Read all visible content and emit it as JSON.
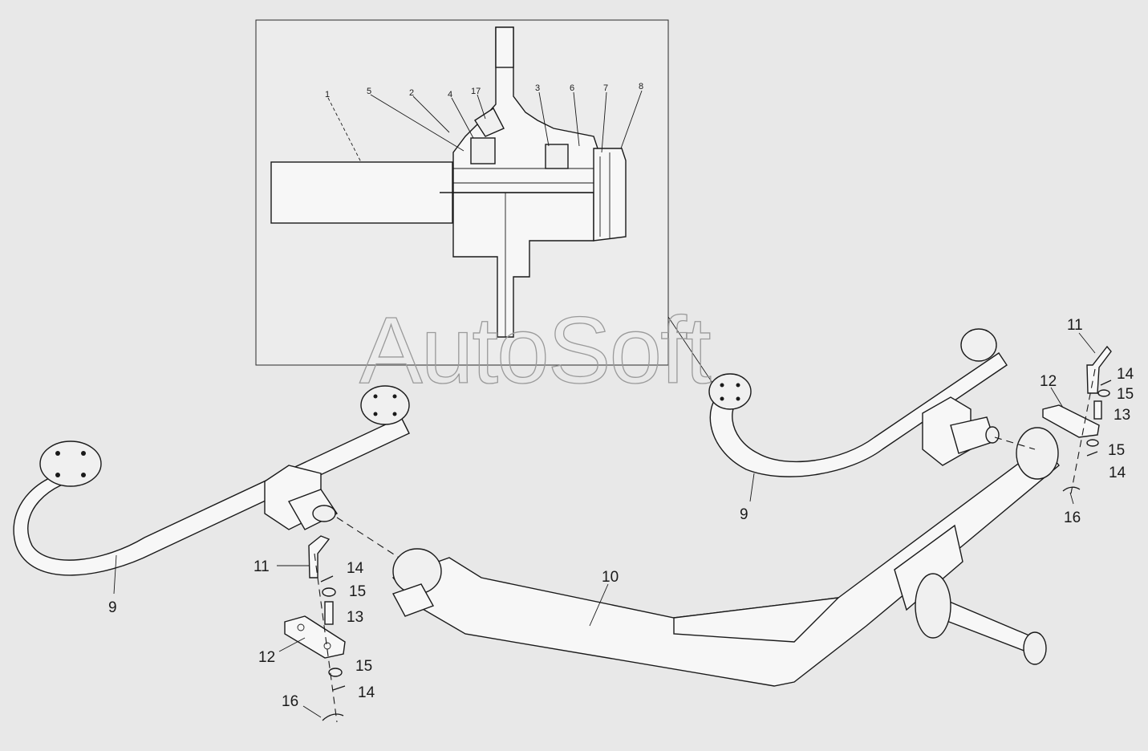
{
  "watermark": "AutoSoft",
  "callouts": {
    "inset": [
      "1",
      "5",
      "2",
      "4",
      "17",
      "3",
      "6",
      "7",
      "8"
    ],
    "left": [
      "9",
      "11",
      "14",
      "15",
      "13",
      "12",
      "15",
      "14",
      "16"
    ],
    "center": [
      "10"
    ],
    "right": [
      "9",
      "11",
      "14",
      "15",
      "12",
      "13",
      "15",
      "14",
      "16"
    ]
  }
}
